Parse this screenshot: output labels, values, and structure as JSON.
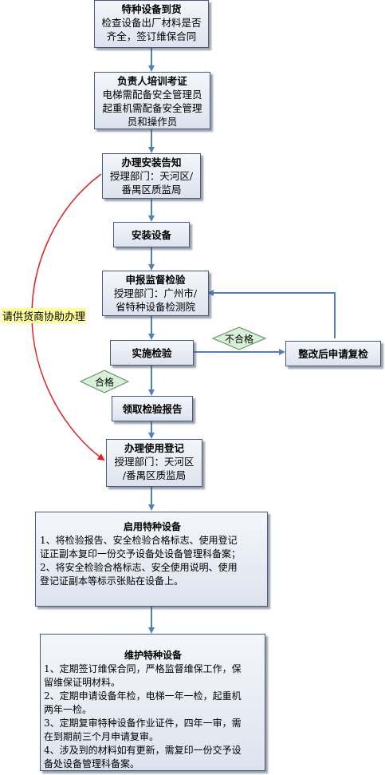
{
  "steps": {
    "s1": {
      "title": "特种设备到货",
      "lines": [
        "检查设备出厂材料是否",
        "齐全，签订维保合同"
      ]
    },
    "s2": {
      "title": "负责人培训考证",
      "lines": [
        "电梯需配备安全管理员",
        "起重机需配备安全管理",
        "员和操作员"
      ]
    },
    "s3": {
      "title": "办理安装告知",
      "lines": [
        "授理部门：天河区/",
        "番禺区质监局"
      ]
    },
    "s4": {
      "title": "安装设备"
    },
    "s5": {
      "title": "申报监督检验",
      "lines": [
        "授理部门：广州市/",
        "省特种设备检测院"
      ]
    },
    "s6": {
      "title": "实施检验"
    },
    "s7": {
      "title": "整改后申请复检"
    },
    "s8": {
      "title": "领取检验报告"
    },
    "s9": {
      "title": "办理使用登记",
      "lines": [
        "授理部门：天河区",
        "/番禺区质监局"
      ]
    },
    "s10": {
      "title": "启用特种设备",
      "lines": [
        "1、将检验报告、安全检验合格标志、使用登记",
        "证正副本复印一份交予设备处设备管理科备案；",
        "2、将安全检验合格标志、安全使用说明、使用",
        "登记证副本等标示张贴在设备上。"
      ]
    },
    "s11": {
      "title": "维护特种设备",
      "lines": [
        "1、定期签订维保合同，严格监督维保工作，保",
        "留维保证明材料。",
        "2、定期申请设备年检，电梯一年一检，起重机",
        "两年一检。",
        "3、定期复审特种设备作业证件，四年一审，需",
        "在到期前三个月申请复审。",
        "4、涉及到的材料如有更新，需复印一份交予设",
        "备处设备管理科备案。"
      ]
    }
  },
  "labels": {
    "fail": "不合格",
    "pass": "合格",
    "supplier": "请供货商协助办理"
  },
  "colors": {
    "arrow": "#4f81bd",
    "red_arrow": "#e02020",
    "diamond_fill": "#d8f0d8",
    "diamond_stroke": "#5a8a5a",
    "highlight": "#ffff99"
  }
}
